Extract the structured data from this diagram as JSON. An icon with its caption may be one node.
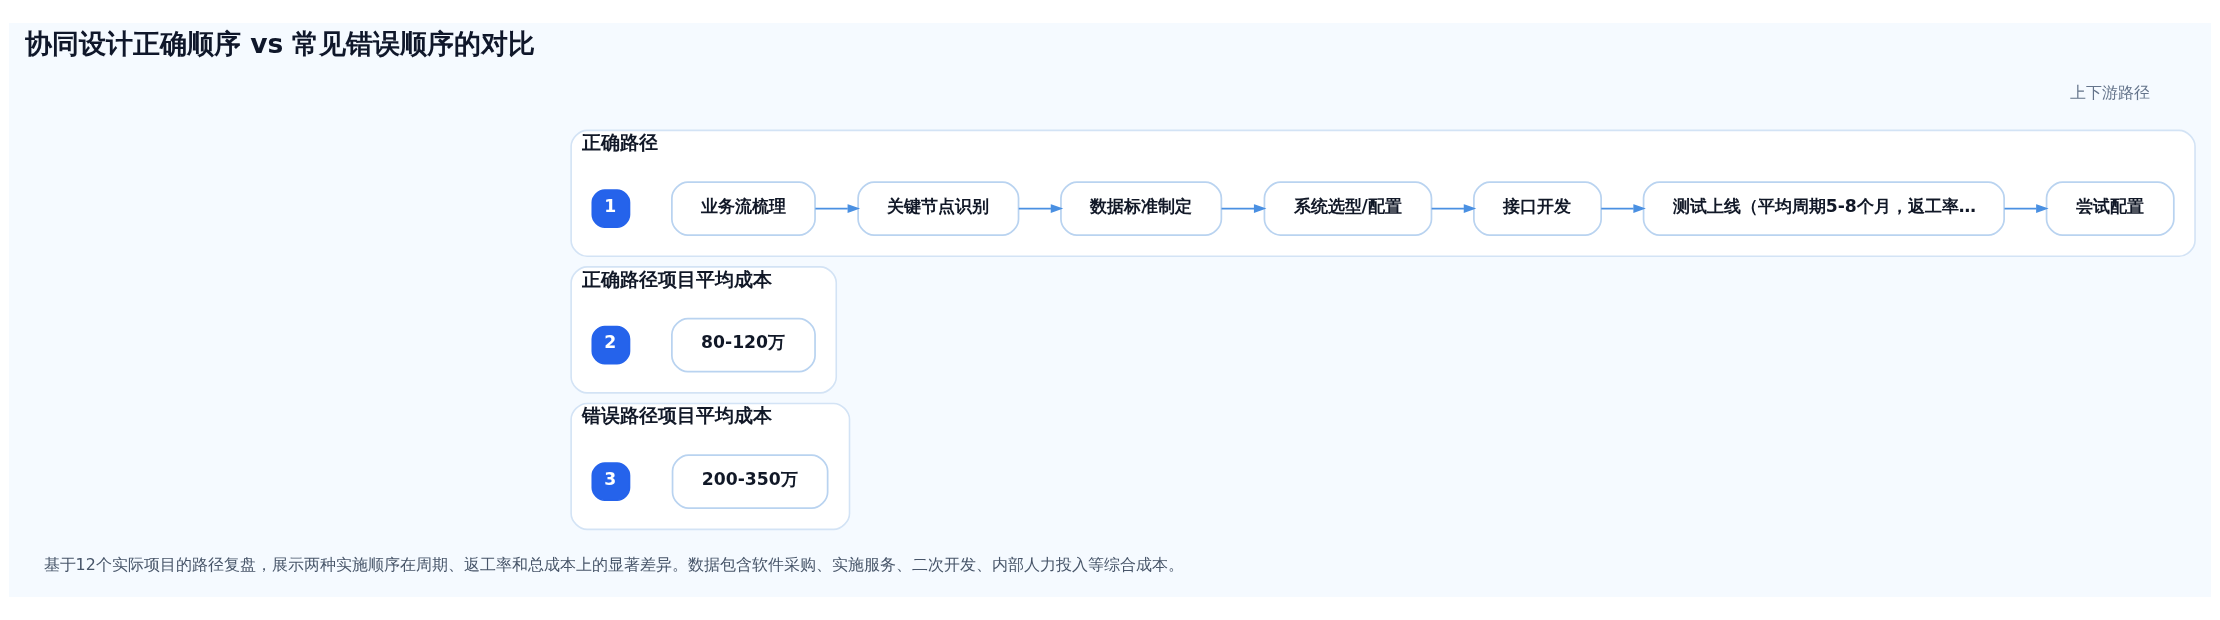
{
  "diagram": {
    "title": "协同设计正确顺序 vs 常见错误顺序的对比",
    "caption": "基于12个实际项目的路径复盘，展示两种实施顺序在周期、返工率和总成本上的显著差异。数据包含软件采购、实施服务、二次开发、内部人力投入等综合成本。",
    "nodes": [
      {
        "text": [
          "正确路径"
        ]
      },
      {
        "text": [
          "1"
        ],
        "in": 0
      },
      {
        "text": [
          "业务流梳理"
        ],
        "in": 0
      },
      {
        "text": [
          "关键节点识别"
        ],
        "in": 0
      },
      {
        "text": [
          "数据标准制定"
        ],
        "in": 0
      },
      {
        "text": [
          "系统选型/配置"
        ],
        "in": 0
      },
      {
        "text": [
          "接口开发"
        ],
        "in": 0
      },
      {
        "text": [
          "测试上线（平均周期5-8个月，返工率…"
        ],
        "in": 0
      },
      {
        "text": [
          "尝试配置"
        ],
        "in": 0
      },
      {
        "text": [
          "正确路径项目平均成本"
        ]
      },
      {
        "text": [
          "2"
        ],
        "in": 9
      },
      {
        "text": [
          "80-120万"
        ],
        "in": 9
      },
      {
        "text": [
          "错误路径项目平均成本"
        ]
      },
      {
        "text": [
          "3"
        ],
        "in": 12
      },
      {
        "text": [
          "200-350万"
        ],
        "in": 12
      }
    ],
    "edges": [
      {
        "from": 2,
        "to": 3,
        "arrow": "to"
      },
      {
        "from": 3,
        "to": 4,
        "arrow": "to"
      },
      {
        "from": 4,
        "to": 5,
        "arrow": "to"
      },
      {
        "from": 5,
        "to": 6,
        "arrow": "to"
      },
      {
        "from": 6,
        "to": 7,
        "arrow": "to"
      },
      {
        "from": 7,
        "to": 8,
        "arrow": "to"
      }
    ],
    "labels": [
      "上下游路径"
    ]
  }
}
